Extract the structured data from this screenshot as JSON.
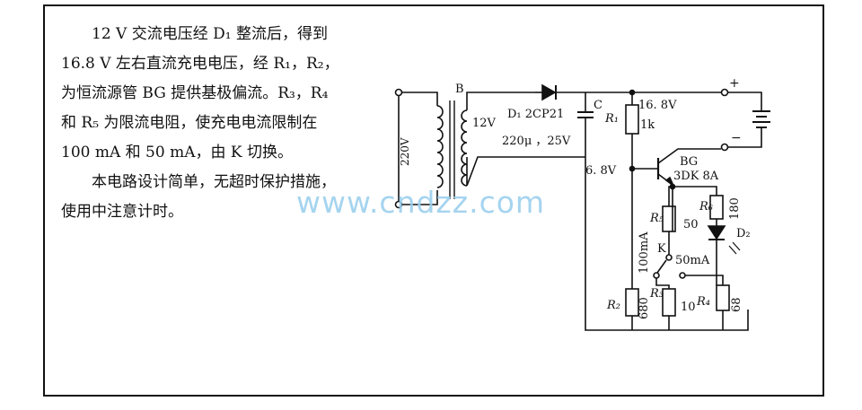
{
  "description": {
    "p1": "12 V 交流电压经 D₁ 整流后，得到 16.8 V 左右直流充电电压，经 R₁，R₂，为恒流源管 BG 提供基极偏流。R₃，R₄ 和 R₅ 为限流电阻，使充电电流限制在 100 mA 和 50 mA，由 K 切换。",
    "p2": "本电路设计简单，无超时保护措施，使用中注意计时。"
  },
  "watermark": "www.cndzz.com",
  "labels": {
    "mains": "220V",
    "transformer": "B",
    "secondary": "12V",
    "diode": "D₁ 2CP21",
    "cap": "C",
    "cap_value": "220μ ，25V",
    "r1": "R₁",
    "r1_value": "1k",
    "v_high": "16. 8V",
    "v_base": "6. 8V",
    "plus": "+",
    "minus": "−",
    "bg": "BG",
    "bg_type": "3DK 8A",
    "r6": "R₆",
    "r6_value": "180",
    "r5": "R₅",
    "r5_value": "50",
    "led": "D₂",
    "k": "K",
    "i100": "100mA",
    "i50": "50mA",
    "r2": "R₂",
    "r2_value": "680",
    "r3": "R₃",
    "r3_value": "10",
    "r4": "R₄",
    "r4_value": "68"
  }
}
